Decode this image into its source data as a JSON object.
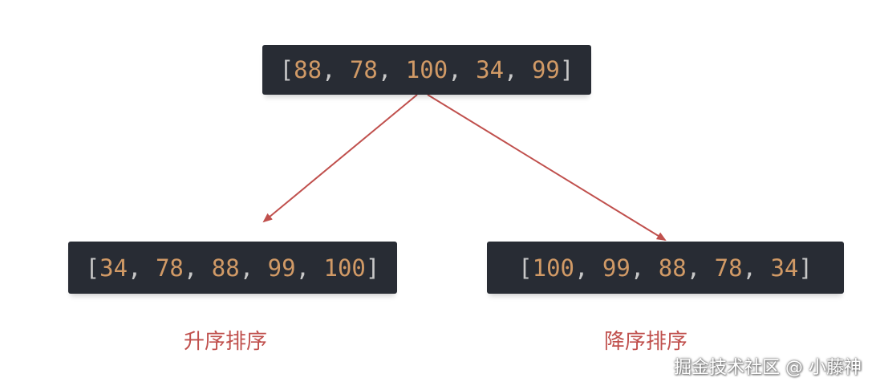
{
  "arrays": {
    "original": [
      "88",
      "78",
      "100",
      "34",
      "99"
    ],
    "ascending": [
      "34",
      "78",
      "88",
      "99",
      "100"
    ],
    "descending": [
      "100",
      "99",
      "88",
      "78",
      "34"
    ]
  },
  "syntax": {
    "open_bracket": "[",
    "close_bracket": "]",
    "separator": ", "
  },
  "labels": {
    "ascending": "升序排序",
    "descending": "降序排序"
  },
  "watermark": "掘金技术社区 @ 小藤神",
  "colors": {
    "box_background": "#282c34",
    "number": "#d19a66",
    "bracket": "#c8c8c8",
    "arrow": "#c0504d",
    "caption": "#c0504d"
  }
}
